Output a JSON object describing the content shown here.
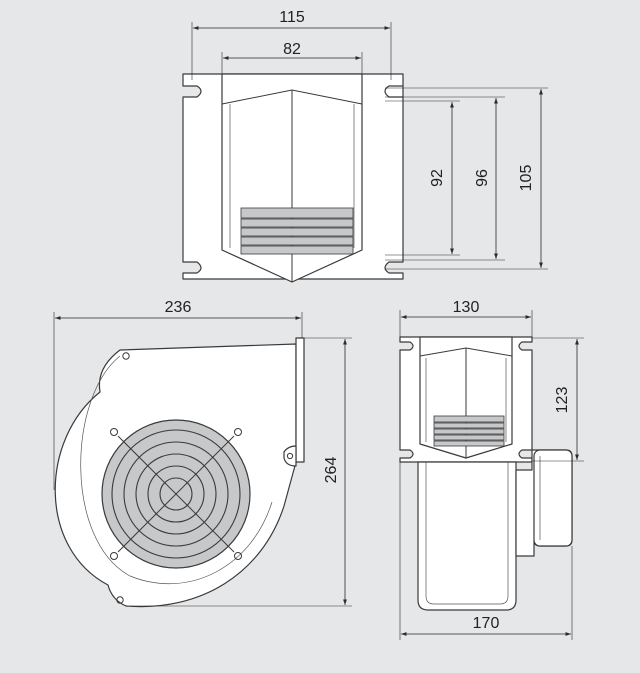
{
  "dimensions": {
    "top_view": {
      "overall_width": "115",
      "inner_width": "82",
      "height_inner": "92",
      "height_mid": "96",
      "height_outer": "105"
    },
    "side_view": {
      "overall_width": "236",
      "overall_height": "264"
    },
    "front_view": {
      "width": "130",
      "flange_height": "123",
      "overall_width": "170"
    }
  },
  "colors": {
    "background": "#e6e7e9",
    "part_fill": "#ffffff",
    "grille_fill": "#c7c8ca",
    "line": "#3a3a3a"
  }
}
